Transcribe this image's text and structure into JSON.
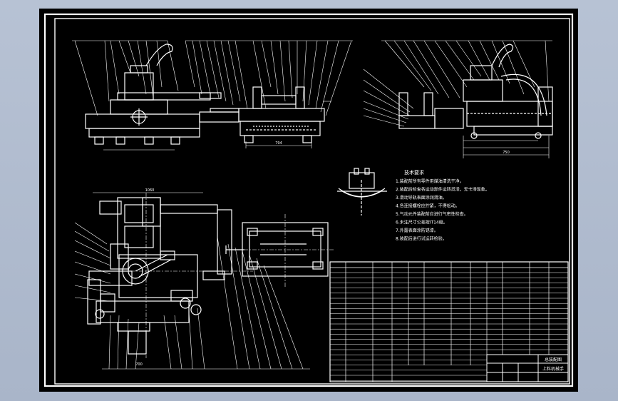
{
  "drawing": {
    "notes_title": "技术要求",
    "notes": [
      "1.装配前所有零件用煤油清洗干净。",
      "2.装配后检查各运动部件运转灵活，无卡滞现象。",
      "3.滑动导轨表面涂润滑油。",
      "4.各连接螺栓应拧紧，不得松动。",
      "5.气动元件装配前应进行气密性检查。",
      "6.未注尺寸公差按IT14级。",
      "7.外露表面涂防锈漆。",
      "8.装配后进行试运转检验。"
    ],
    "title_block": {
      "line1": "总装配图",
      "line2": "上料机械手"
    },
    "dimensions": {
      "front_span": "794",
      "right_span": "750",
      "plan_top": "1060",
      "plan_bottom": "700"
    },
    "colors": {
      "background": "#000000",
      "lines": "#ffffff",
      "viewer_bg": "#aeb9cc"
    }
  }
}
